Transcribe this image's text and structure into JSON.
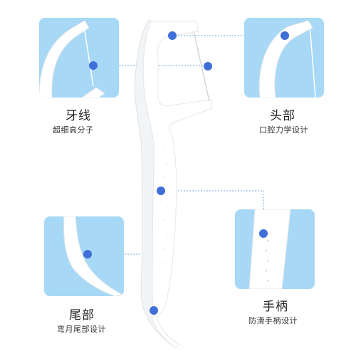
{
  "colors": {
    "panel_blue": "#a7d8f6",
    "dot_blue": "#3f6fd8",
    "leader_line": "#7aa6e8",
    "floss_white": "#ffffff",
    "text": "#222222"
  },
  "callouts": {
    "floss": {
      "title": "牙线",
      "subtitle": "超细高分子"
    },
    "head": {
      "title": "头部",
      "subtitle": "口腔力学设计"
    },
    "tail": {
      "title": "尾部",
      "subtitle": "弯月尾部设计"
    },
    "handle": {
      "title": "手柄",
      "subtitle": "防滑手柄设计"
    }
  }
}
